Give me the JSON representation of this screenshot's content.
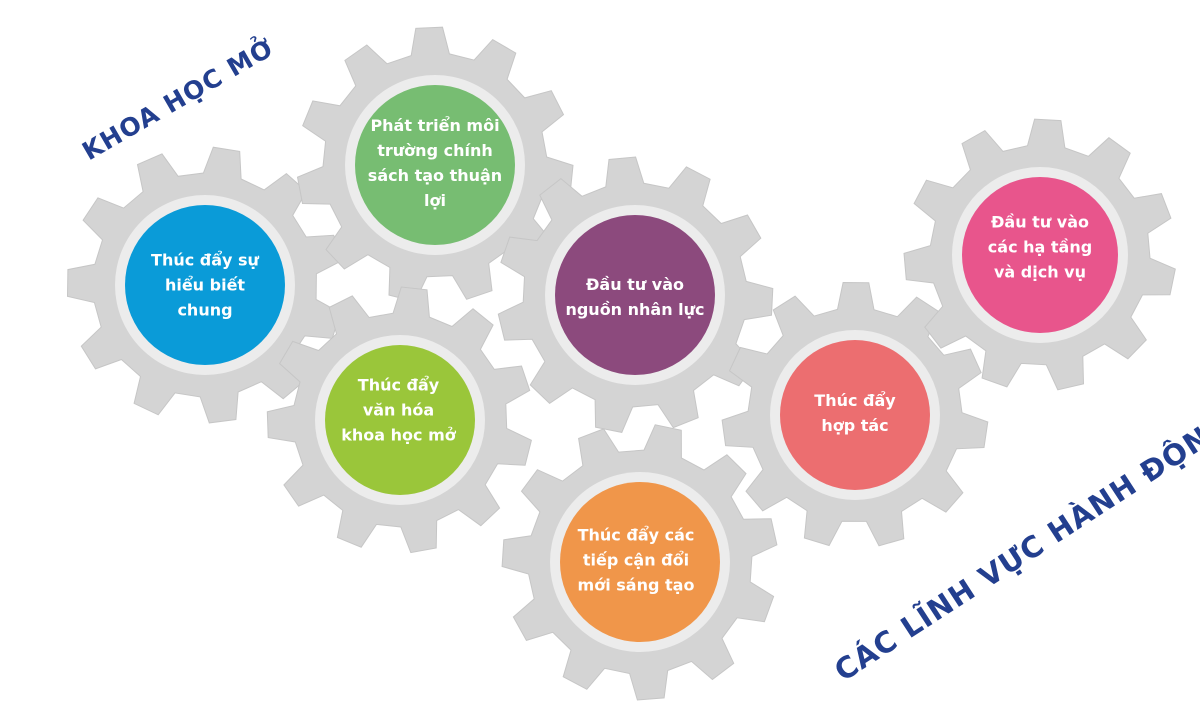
{
  "headings": {
    "open_science": "KHOA HỌC MỞ",
    "action_areas": "CÁC LĨNH VỰC HÀNH ĐỘNG"
  },
  "gears": [
    {
      "id": "green",
      "label": "Phát triển môi trường chính sách tạo thuận lợi",
      "color": "#77bd72"
    },
    {
      "id": "blue",
      "label": "Thúc đẩy sự hiểu biết chung",
      "color": "#0a9bd8"
    },
    {
      "id": "pink",
      "label": "Đầu tư vào các hạ tầng và dịch vụ",
      "color": "#e8558c"
    },
    {
      "id": "purple",
      "label": "Đầu tư vào nguồn nhân lực",
      "color": "#8c4a7d"
    },
    {
      "id": "lime",
      "label": "Thúc đẩy văn hóa khoa học mở",
      "color": "#9ac63a"
    },
    {
      "id": "coral",
      "label": "Thúc đẩy hợp tác",
      "color": "#ec6e70"
    },
    {
      "id": "orange",
      "label": "Thúc đẩy các tiếp cận đổi mới sáng tạo",
      "color": "#f0964a"
    }
  ]
}
